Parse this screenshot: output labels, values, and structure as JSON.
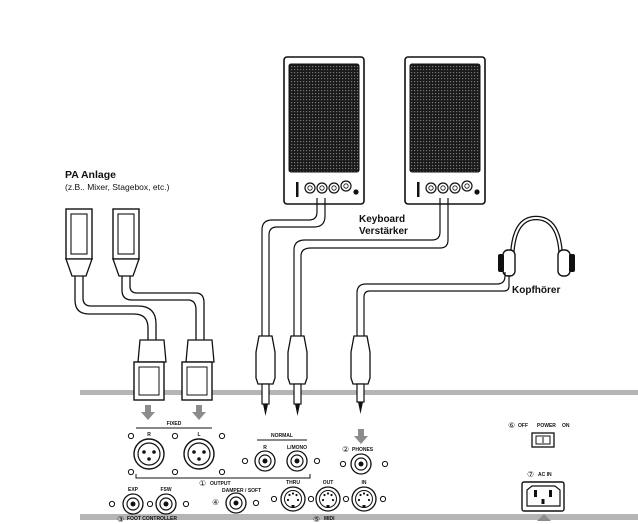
{
  "labels": {
    "pa_title": "PA Anlage",
    "pa_sub": "(z.B.. Mixer, Stagebox, etc.)",
    "keyboard_line1": "Keyboard",
    "keyboard_line2": "Verstärker",
    "headphones": "Kopfhörer"
  },
  "panel": {
    "fixed": "FIXED",
    "r": "R",
    "l": "L",
    "normal": "NORMAL",
    "normal_r": "R",
    "normal_lmono": "L/MONO",
    "output_num": "①",
    "output": "OUTPUT",
    "phones_num": "②",
    "phones": "PHONES",
    "exp": "EXP",
    "fsw": "FSW",
    "foot_num": "③",
    "foot": "FOOT CONTROLLER",
    "damper_num": "④",
    "damper": "DAMPER / SOFT",
    "thru": "THRU",
    "out": "OUT",
    "in": "IN",
    "midi_num": "⑤",
    "midi": "MIDI",
    "power_num": "⑥",
    "power_off": "OFF",
    "power": "POWER",
    "power_on": "ON",
    "acin_num": "⑦",
    "acin": "AC IN"
  }
}
